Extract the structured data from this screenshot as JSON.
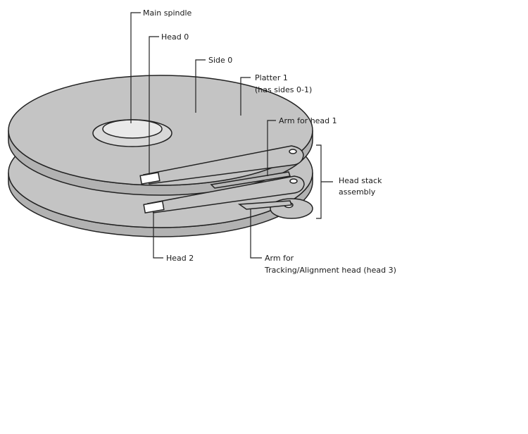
{
  "labels": {
    "main_spindle": "Main spindle",
    "head0": "Head 0",
    "side0": "Side 0",
    "platter1_line1": "Platter 1",
    "platter1_line2": "(has sides 0-1)",
    "arm_head1": "Arm for head 1",
    "head_stack_line1": "Head stack",
    "head_stack_line2": "assembly",
    "head2": "Head 2",
    "arm_tracking_line1": "Arm for",
    "arm_tracking_line2": "Tracking/Alignment head (head 3)"
  },
  "colors": {
    "platter_fill": "#c4c4c4",
    "platter_edge": "#b2b2b2",
    "spindle_fill": "#e9e9e9",
    "outline": "#222222",
    "background": "#ffffff"
  }
}
